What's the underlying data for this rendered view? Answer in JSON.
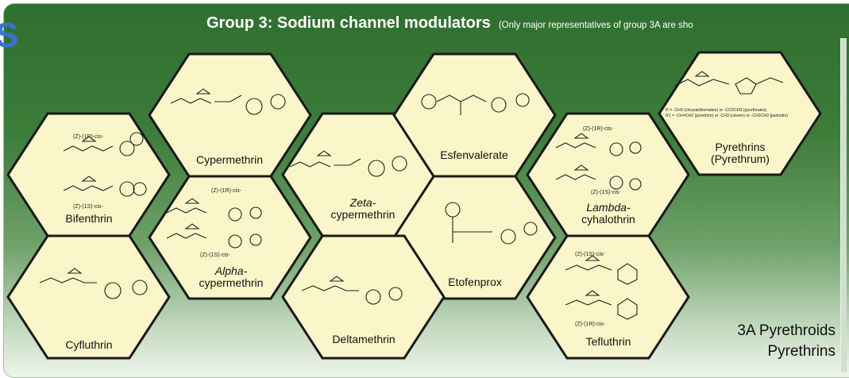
{
  "title": "Group 3: Sodium channel modulators",
  "title_note": "(Only major representatives of group 3A are sho",
  "corner_fragment": "S",
  "hexagons": {
    "bifenthrin": "Bifenthrin",
    "cypermethrin": "Cypermethrin",
    "zeta_italic": "Zeta-",
    "zeta_rest": "cypermethrin",
    "esfenvalerate": "Esfenvalerate",
    "lambda_italic": "Lambda-",
    "lambda_rest": "cyhalothrin",
    "pyrethrins_line1": "Pyrethrins",
    "pyrethrins_line2": "(Pyrethrum)",
    "alpha_italic": "Alpha-",
    "alpha_rest": "cypermethrin",
    "etofenprox": "Etofenprox",
    "cyfluthrin": "Cyfluthrin",
    "deltamethrin": "Deltamethrin",
    "tefluthrin": "Tefluthrin"
  },
  "chem_notes": {
    "z1r": "(Z)-(1R)-cis-",
    "z1s": "(Z)-(1S)-cis-",
    "z1r_b": "(Z)-(1R)-cis-",
    "r_note1": "R = -CH3 (chrysanthemates) or -CO2CH3 (pyrethrates)",
    "r_note2": "R1 = -CH=CH2 (pyrethrin) or -CH3 (cinerin) or -CH2CH3 (jasmolin)"
  },
  "footer": {
    "line1": "3A Pyrethroids",
    "line2": "Pyrethrins"
  }
}
